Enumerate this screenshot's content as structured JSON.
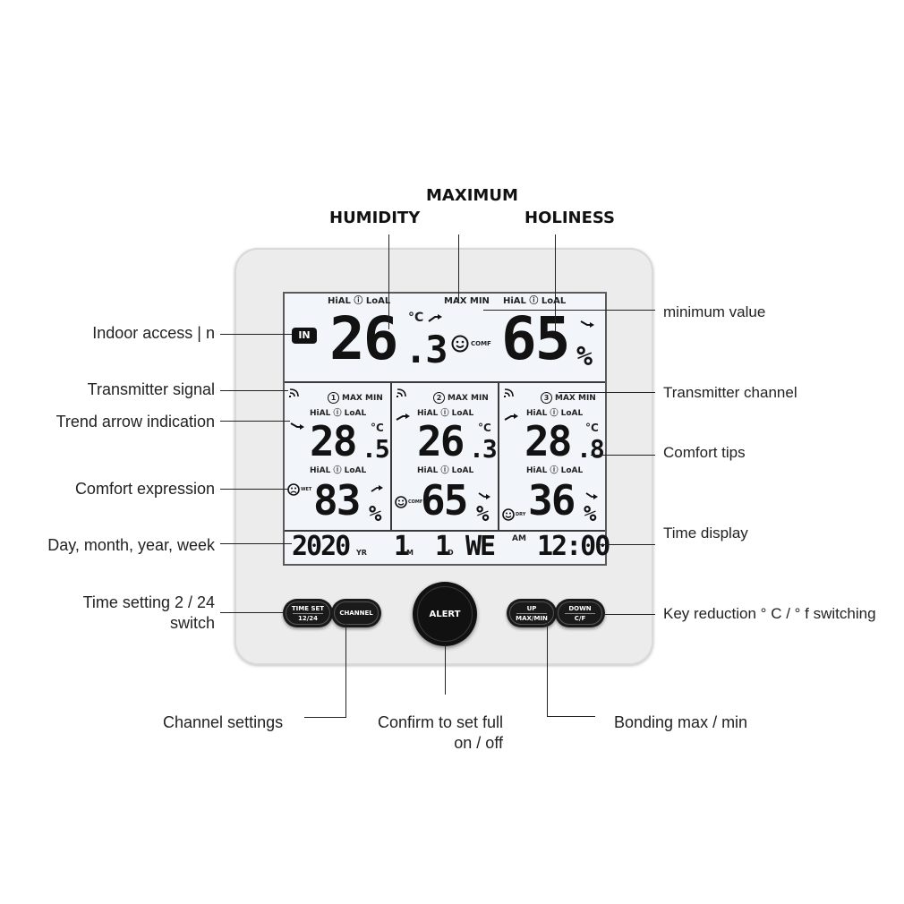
{
  "headers": {
    "maximum": "MAXIMUM",
    "humidity": "HUMIDITY",
    "holiness": "HOLINESS"
  },
  "callouts": {
    "indoor_access": "Indoor access | n",
    "transmitter_signal": "Transmitter signal",
    "trend_arrow": "Trend arrow indication",
    "comfort_expression": "Comfort expression",
    "date_week": "Day, month, year, week",
    "time_setting_line1": "Time setting 2 / 24",
    "time_setting_line2": "switch",
    "minimum_value": "minimum value",
    "transmitter_channel": "Transmitter channel",
    "comfort_tips": "Comfort tips",
    "time_display": "Time display",
    "key_reduction": "Key reduction ° C / ° f switching",
    "channel_settings": "Channel settings",
    "confirm_line1": "Confirm to set full",
    "confirm_line2": "on / off",
    "bonding": "Bonding max / min"
  },
  "display": {
    "indoor": {
      "badge": "IN",
      "labels_left": "HiAL ⓘ LoAL",
      "maxmin": "MAX MIN",
      "labels_right": "HiAL ⓘ LoAL",
      "temp_main": "26",
      "temp_dec": ".3",
      "temp_unit": "°C",
      "comfort_label": "COMF",
      "humidity": "65",
      "humidity_unit": "%"
    },
    "channels": [
      {
        "num": "1",
        "maxmin": "MAX MIN",
        "labels": "HiAL ⓘ LoAL",
        "temp_main": "28",
        "temp_dec": ".5",
        "temp_unit": "°C",
        "hum_labels": "HiAL ⓘ LoAL",
        "comfort_label": "WET",
        "humidity": "83",
        "humidity_unit": "%"
      },
      {
        "num": "2",
        "maxmin": "MAX MIN",
        "labels": "HiAL ⓘ LoAL",
        "temp_main": "26",
        "temp_dec": ".3",
        "temp_unit": "°C",
        "hum_labels": "HiAL ⓘ LoAL",
        "comfort_label": "COMF",
        "humidity": "65",
        "humidity_unit": "%"
      },
      {
        "num": "3",
        "maxmin": "MAX MIN",
        "labels": "HiAL ⓘ LoAL",
        "temp_main": "28",
        "temp_dec": ".8",
        "temp_unit": "°C",
        "hum_labels": "HiAL ⓘ LoAL",
        "comfort_label": "DRY",
        "humidity": "36",
        "humidity_unit": "%"
      }
    ],
    "date": {
      "year": "2020",
      "year_label": "YR",
      "month": "1",
      "month_label": "M",
      "day": "1",
      "day_label": "D",
      "week": "WE",
      "ampm": "AM",
      "time": "12:00"
    }
  },
  "buttons": {
    "time_set_top": "TIME SET",
    "time_set_bottom": "12/24",
    "channel": "CHANNEL",
    "alert": "ALERT",
    "up_top": "UP",
    "up_bottom": "MAX/MIN",
    "down_top": "DOWN",
    "down_bottom": "C/F"
  }
}
